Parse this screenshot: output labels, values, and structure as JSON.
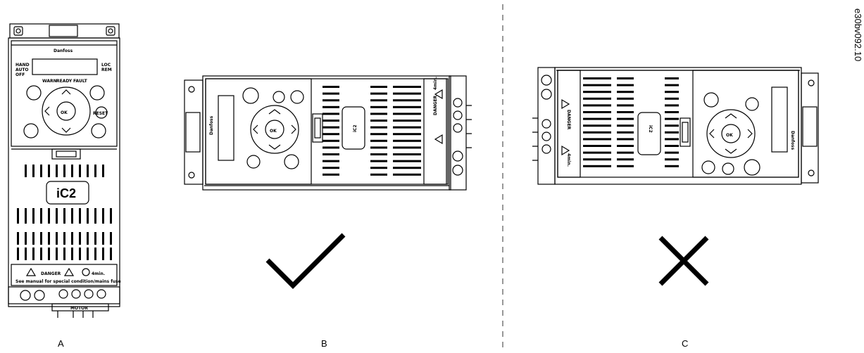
{
  "labels": {
    "a": "A",
    "b": "B",
    "c": "C"
  },
  "code": "e30bv092.10",
  "panel": {
    "brand": "Danfoss",
    "ok": "OK",
    "hand": "HAND",
    "auto": "AUTO",
    "off": "OFF",
    "reset": "RESET",
    "loc": "LOC",
    "rem": "REM",
    "warn": "WARN",
    "ready": "READY",
    "fault": "FAULT"
  },
  "product_logo": "iC2",
  "warning": {
    "danger": "DANGER",
    "time": "4min.",
    "note": "See manual for special condition/mains fuse"
  },
  "motor": "MOTOR",
  "marks": {
    "correct": "check-mark",
    "incorrect": "cross-mark"
  },
  "colors": {
    "line": "#000000",
    "divider": "#555555"
  }
}
